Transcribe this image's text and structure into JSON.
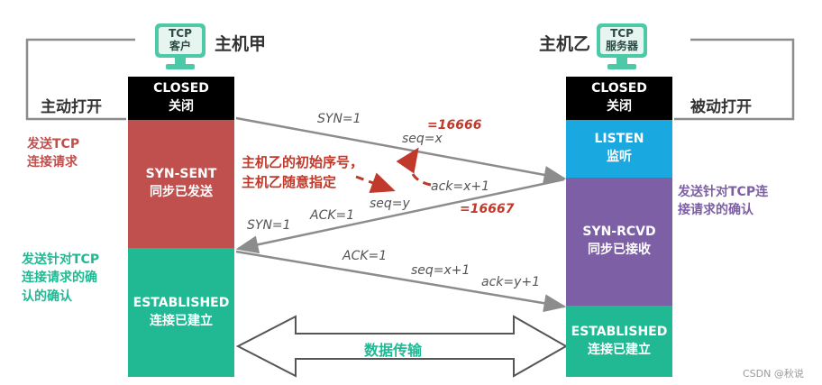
{
  "client": {
    "monitor_line1": "TCP",
    "monitor_line2": "客户",
    "name": "主机甲",
    "action": "主动打开",
    "send_note": [
      "发送TCP",
      "连接请求"
    ],
    "confirm_note": [
      "发送针对TCP",
      "连接请求的确",
      "认的确认"
    ],
    "states": [
      {
        "name": "CLOSED",
        "cn": "关闭",
        "color": "#000000"
      },
      {
        "name": "SYN-SENT",
        "cn": "同步已发送",
        "color": "#c0504d"
      },
      {
        "name": "ESTABLISHED",
        "cn": "连接已建立",
        "color": "#20b994"
      }
    ]
  },
  "server": {
    "monitor_line1": "TCP",
    "monitor_line2": "服务器",
    "name": "主机乙",
    "action": "被动打开",
    "confirm_note": [
      "发送针对TCP连",
      "接请求的确认"
    ],
    "states": [
      {
        "name": "CLOSED",
        "cn": "关闭",
        "color": "#000000"
      },
      {
        "name": "LISTEN",
        "cn": "监听",
        "color": "#1aa8e0"
      },
      {
        "name": "SYN-RCVD",
        "cn": "同步已接收",
        "color": "#7d5fa6"
      },
      {
        "name": "ESTABLISHED",
        "cn": "连接已建立",
        "color": "#20b994"
      }
    ]
  },
  "messages": {
    "syn": "SYN=1",
    "seq_x": "seq=x",
    "synack_syn": "SYN=1",
    "synack_ack": "ACK=1",
    "synack_seq": "seq=y",
    "synack_ackno": "ack=x+1",
    "ack_flag": "ACK=1",
    "ack_seq": "seq=x+1",
    "ack_ackno": "ack=y+1"
  },
  "annotations": {
    "value_x": "=16666",
    "value_y": "=16667",
    "isn_note": [
      "主机乙的初始序号，",
      "主机乙随意指定"
    ]
  },
  "data_transfer_label": "数据传输",
  "watermark": "CSDN @秋说",
  "colors": {
    "monitor": "#4ec9a7",
    "line": "#8c8c8c",
    "arrow_fill": "#ffffff",
    "red": "#c0392b",
    "client_note": "#c0504d",
    "server_note": "#7d5fa6",
    "confirm_note": "#20b994"
  }
}
